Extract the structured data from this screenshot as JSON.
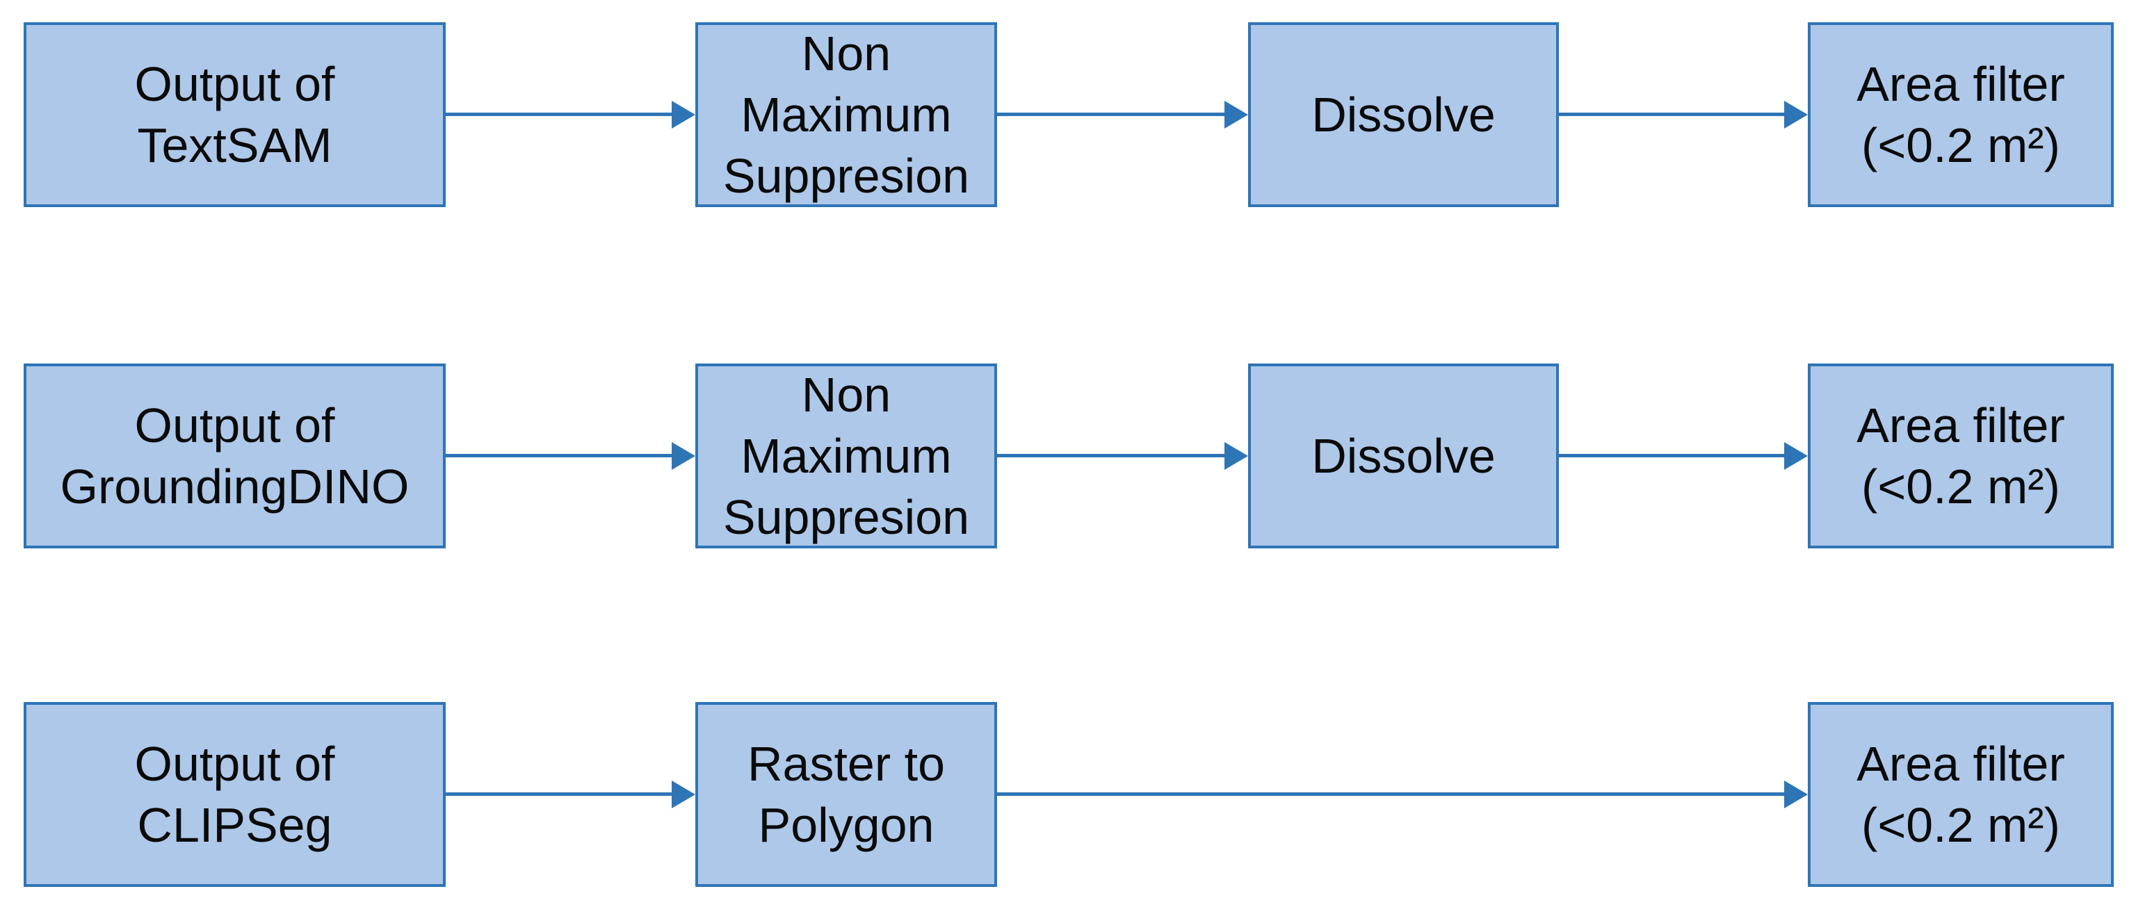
{
  "diagram": {
    "type": "flowchart",
    "background_color": "#ffffff",
    "node_fill_color": "#AEC8E9",
    "node_border_color": "#2E75B6",
    "arrow_color": "#2E75B6",
    "text_color": "#0a0a0a",
    "rows": [
      {
        "nodes": [
          {
            "id": "output-textsam",
            "label": "Output of\nTextSAM"
          },
          {
            "id": "nms-1",
            "label": "Non\nMaximum\nSuppresion"
          },
          {
            "id": "dissolve-1",
            "label": "Dissolve"
          },
          {
            "id": "area-filter-1",
            "label": "Area filter\n(<0.2 m²)"
          }
        ]
      },
      {
        "nodes": [
          {
            "id": "output-groundingdino",
            "label": "Output of\nGroundingDINO"
          },
          {
            "id": "nms-2",
            "label": "Non\nMaximum\nSuppresion"
          },
          {
            "id": "dissolve-2",
            "label": "Dissolve"
          },
          {
            "id": "area-filter-2",
            "label": "Area filter\n(<0.2 m²)"
          }
        ]
      },
      {
        "nodes": [
          {
            "id": "output-clipseg",
            "label": "Output of\nCLIPSeg"
          },
          {
            "id": "raster-to-polygon",
            "label": "Raster to\nPolygon"
          },
          {
            "id": "area-filter-3",
            "label": "Area filter\n(<0.2 m²)"
          }
        ]
      }
    ],
    "edges": [
      {
        "from": "output-textsam",
        "to": "nms-1"
      },
      {
        "from": "nms-1",
        "to": "dissolve-1"
      },
      {
        "from": "dissolve-1",
        "to": "area-filter-1"
      },
      {
        "from": "output-groundingdino",
        "to": "nms-2"
      },
      {
        "from": "nms-2",
        "to": "dissolve-2"
      },
      {
        "from": "dissolve-2",
        "to": "area-filter-2"
      },
      {
        "from": "output-clipseg",
        "to": "raster-to-polygon"
      },
      {
        "from": "raster-to-polygon",
        "to": "area-filter-3"
      }
    ]
  }
}
